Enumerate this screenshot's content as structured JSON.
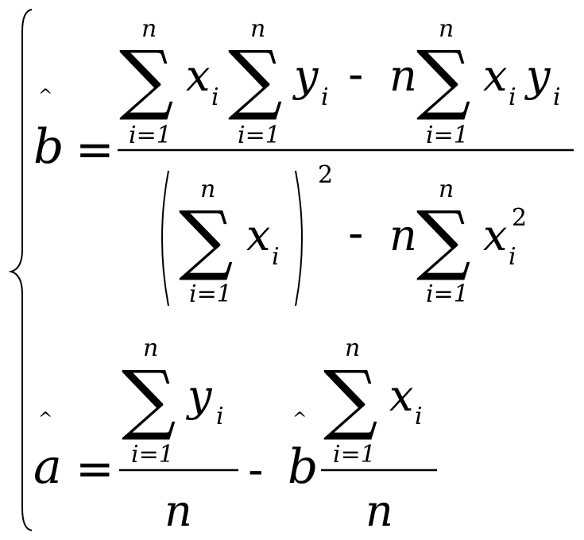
{
  "symbols": {
    "sum": "∑",
    "hat": "^",
    "equals": "=",
    "minus": "-"
  },
  "vars": {
    "b": "b",
    "a": "a",
    "n": "n",
    "x": "x",
    "y": "y",
    "i": "i",
    "lower_limit": "i=1",
    "upper_limit": "n",
    "square": "2"
  }
}
